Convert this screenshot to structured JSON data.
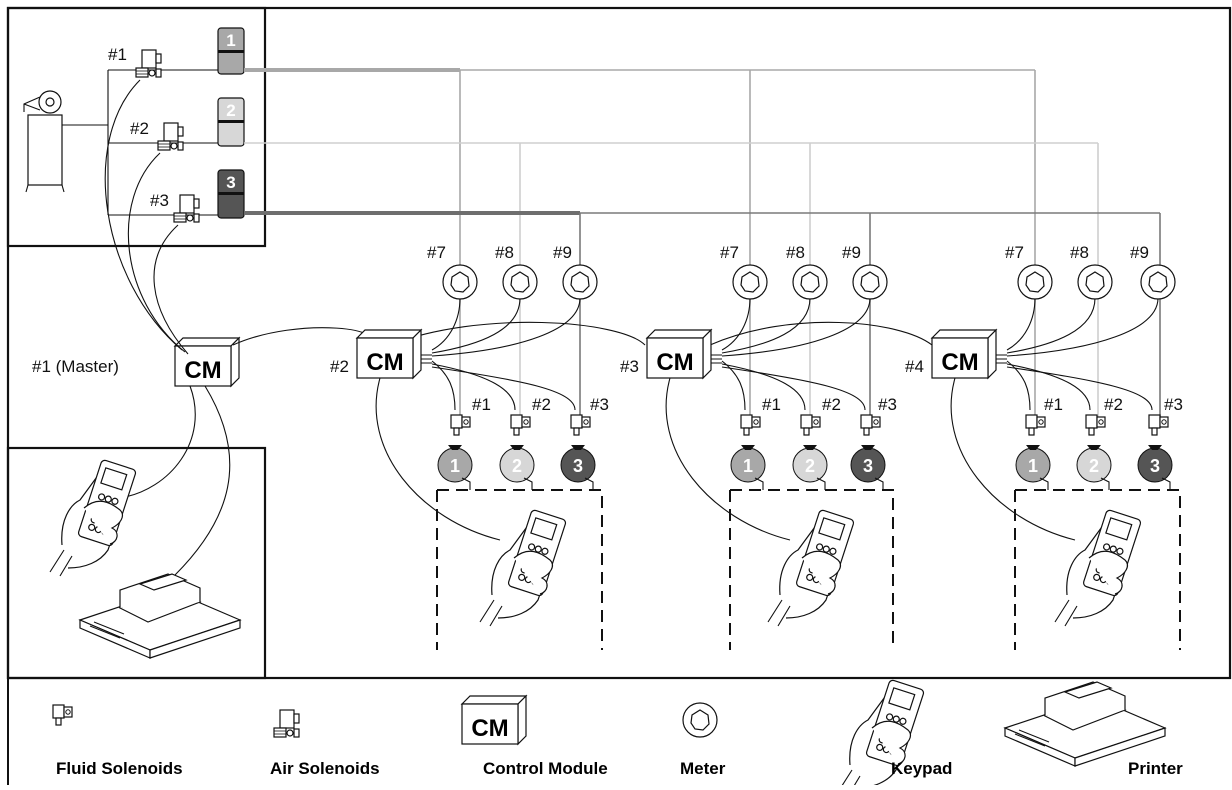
{
  "labels": {
    "air_solenoid_1": "#1",
    "air_solenoid_2": "#2",
    "air_solenoid_3": "#3",
    "master": "#1 (Master)",
    "cm_text": "CM",
    "cm_num_2": "#2",
    "cm_num_3": "#3",
    "cm_num_4": "#4",
    "meter_7": "#7",
    "meter_8": "#8",
    "meter_9": "#9",
    "fluid_1": "#1",
    "fluid_2": "#2",
    "fluid_3": "#3",
    "pump_1": "1",
    "pump_2": "2",
    "pump_3": "3"
  },
  "legend": {
    "fluid_solenoids": "Fluid Solenoids",
    "air_solenoids": "Air Solenoids",
    "control_module": "Control Module",
    "meter": "Meter",
    "keypad": "Keypad",
    "printer": "Printer",
    "cm_text": "CM"
  },
  "colors": {
    "fluid_1": "#a8a8a8",
    "fluid_2": "#cfcfcf",
    "fluid_3": "#6e6e6e"
  }
}
